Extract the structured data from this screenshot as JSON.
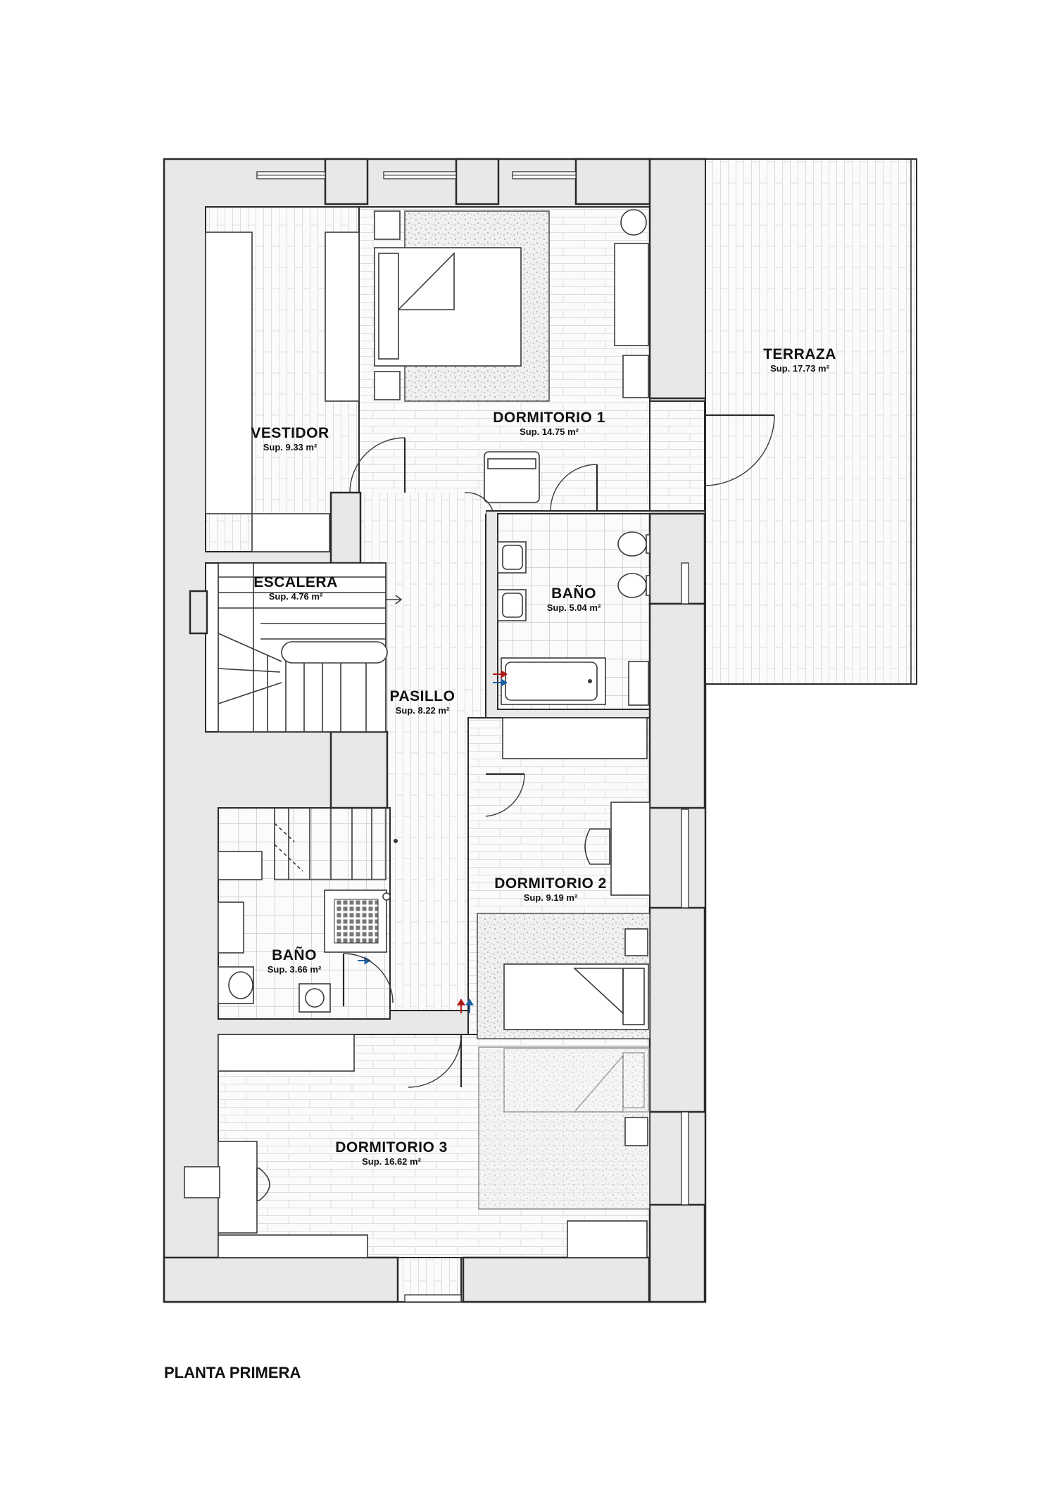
{
  "plan_title": "PLANTA PRIMERA",
  "rooms": {
    "vestidor": {
      "name": "VESTIDOR",
      "area": "Sup. 9.33 m²"
    },
    "dormitorio1": {
      "name": "DORMITORIO 1",
      "area": "Sup. 14.75 m²"
    },
    "terraza": {
      "name": "TERRAZA",
      "area": "Sup. 17.73 m²"
    },
    "escalera": {
      "name": "ESCALERA",
      "area": "Sup. 4.76 m²"
    },
    "bano1": {
      "name": "BAÑO",
      "area": "Sup. 5.04 m²"
    },
    "pasillo": {
      "name": "PASILLO",
      "area": "Sup. 8.22 m²"
    },
    "dormitorio2": {
      "name": "DORMITORIO 2",
      "area": "Sup. 9.19 m²"
    },
    "bano2": {
      "name": "BAÑO",
      "area": "Sup. 3.66 m²"
    },
    "dormitorio3": {
      "name": "DORMITORIO 3",
      "area": "Sup. 16.62 m²"
    }
  },
  "colors": {
    "wall_fill": "#e8e8e8",
    "line": "#2a2a2a",
    "hot_water": "#b01818",
    "cold_water": "#1a5fa0"
  }
}
